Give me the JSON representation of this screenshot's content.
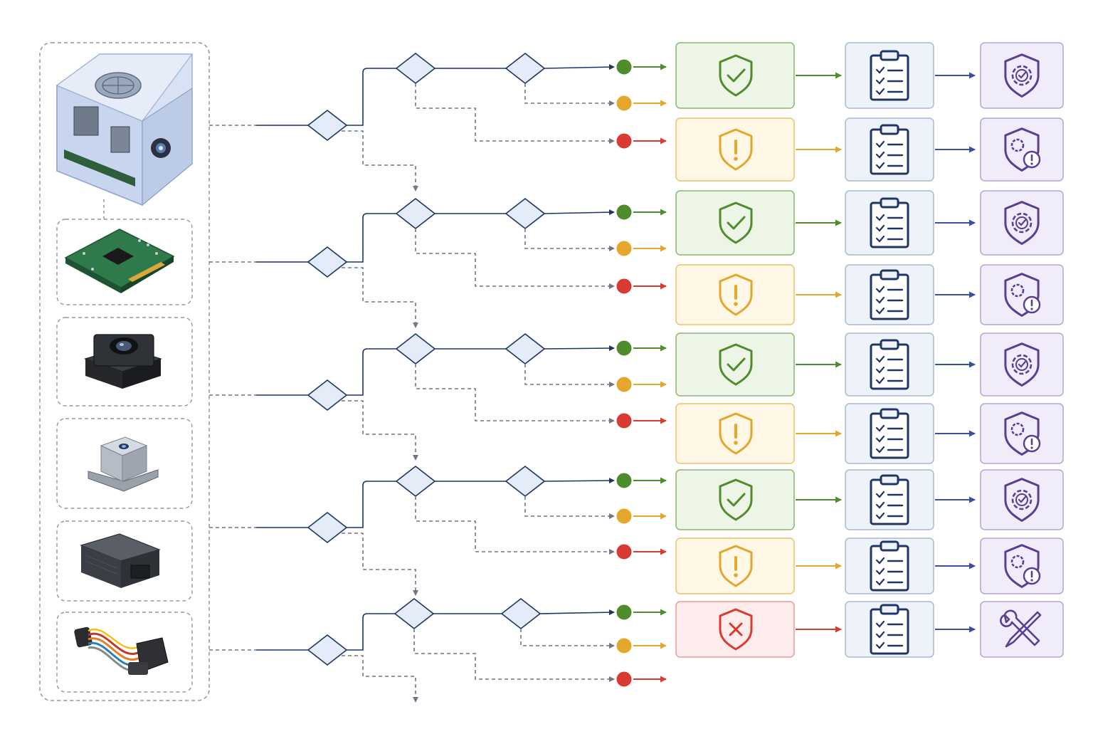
{
  "colors": {
    "flow": "#1f3566",
    "dashed": "#6f7686",
    "diamond_fill": "#e3ecf7",
    "diamond_stroke": "#1f3566",
    "pass": "#4f8c2e",
    "pass_fill": "#edf5e6",
    "pass_stroke": "#8cb56c",
    "warn": "#e3a72b",
    "warn_fill": "#fff7e6",
    "warn_stroke": "#ebc463",
    "fail": "#d93a32",
    "fail_fill": "#fdecec",
    "fail_stroke": "#e99b97",
    "report": "#1f3566",
    "report_fill": "#eef3fa",
    "report_stroke": "#a8b8d4",
    "cert": "#5a3e94",
    "cert_fill": "#f1ecfa",
    "cert_stroke": "#b4a2d8",
    "device_box_stroke": "#8f96a3"
  },
  "components": [
    {
      "name": "enclosure",
      "icon": "transparent-enclosure-icon"
    },
    {
      "name": "circuit-board",
      "icon": "circuit-board-icon"
    },
    {
      "name": "camera-module",
      "icon": "camera-module-icon"
    },
    {
      "name": "sensor-cube",
      "icon": "sensor-cube-icon"
    },
    {
      "name": "control-unit",
      "icon": "control-unit-icon"
    },
    {
      "name": "wire-harness",
      "icon": "wire-harness-icon"
    }
  ],
  "outcomes": [
    {
      "kind": "pass",
      "icon": "shield-check-icon",
      "report_icon": "clipboard-checklist-icon",
      "cert_icon": "shield-gear-check-icon"
    },
    {
      "kind": "warn",
      "icon": "shield-exclamation-icon",
      "report_icon": "clipboard-checklist-icon",
      "cert_icon": "shield-gear-alert-icon"
    },
    {
      "kind": "pass",
      "icon": "shield-check-icon",
      "report_icon": "clipboard-checklist-icon",
      "cert_icon": "shield-gear-check-icon"
    },
    {
      "kind": "warn",
      "icon": "shield-exclamation-icon",
      "report_icon": "clipboard-checklist-icon",
      "cert_icon": "shield-gear-alert-icon"
    },
    {
      "kind": "pass",
      "icon": "shield-check-icon",
      "report_icon": "clipboard-checklist-icon",
      "cert_icon": "shield-gear-check-icon"
    },
    {
      "kind": "warn",
      "icon": "shield-exclamation-icon",
      "report_icon": "clipboard-checklist-icon",
      "cert_icon": "shield-gear-alert-icon"
    },
    {
      "kind": "pass",
      "icon": "shield-check-icon",
      "report_icon": "clipboard-checklist-icon",
      "cert_icon": "shield-gear-check-icon"
    },
    {
      "kind": "warn",
      "icon": "shield-exclamation-icon",
      "report_icon": "clipboard-checklist-icon",
      "cert_icon": "shield-gear-alert-icon"
    },
    {
      "kind": "fail",
      "icon": "shield-x-icon",
      "report_icon": "clipboard-checklist-icon",
      "cert_icon": "wrench-screwdriver-icon"
    }
  ],
  "status_dots": [
    "pass",
    "warn",
    "fail"
  ]
}
